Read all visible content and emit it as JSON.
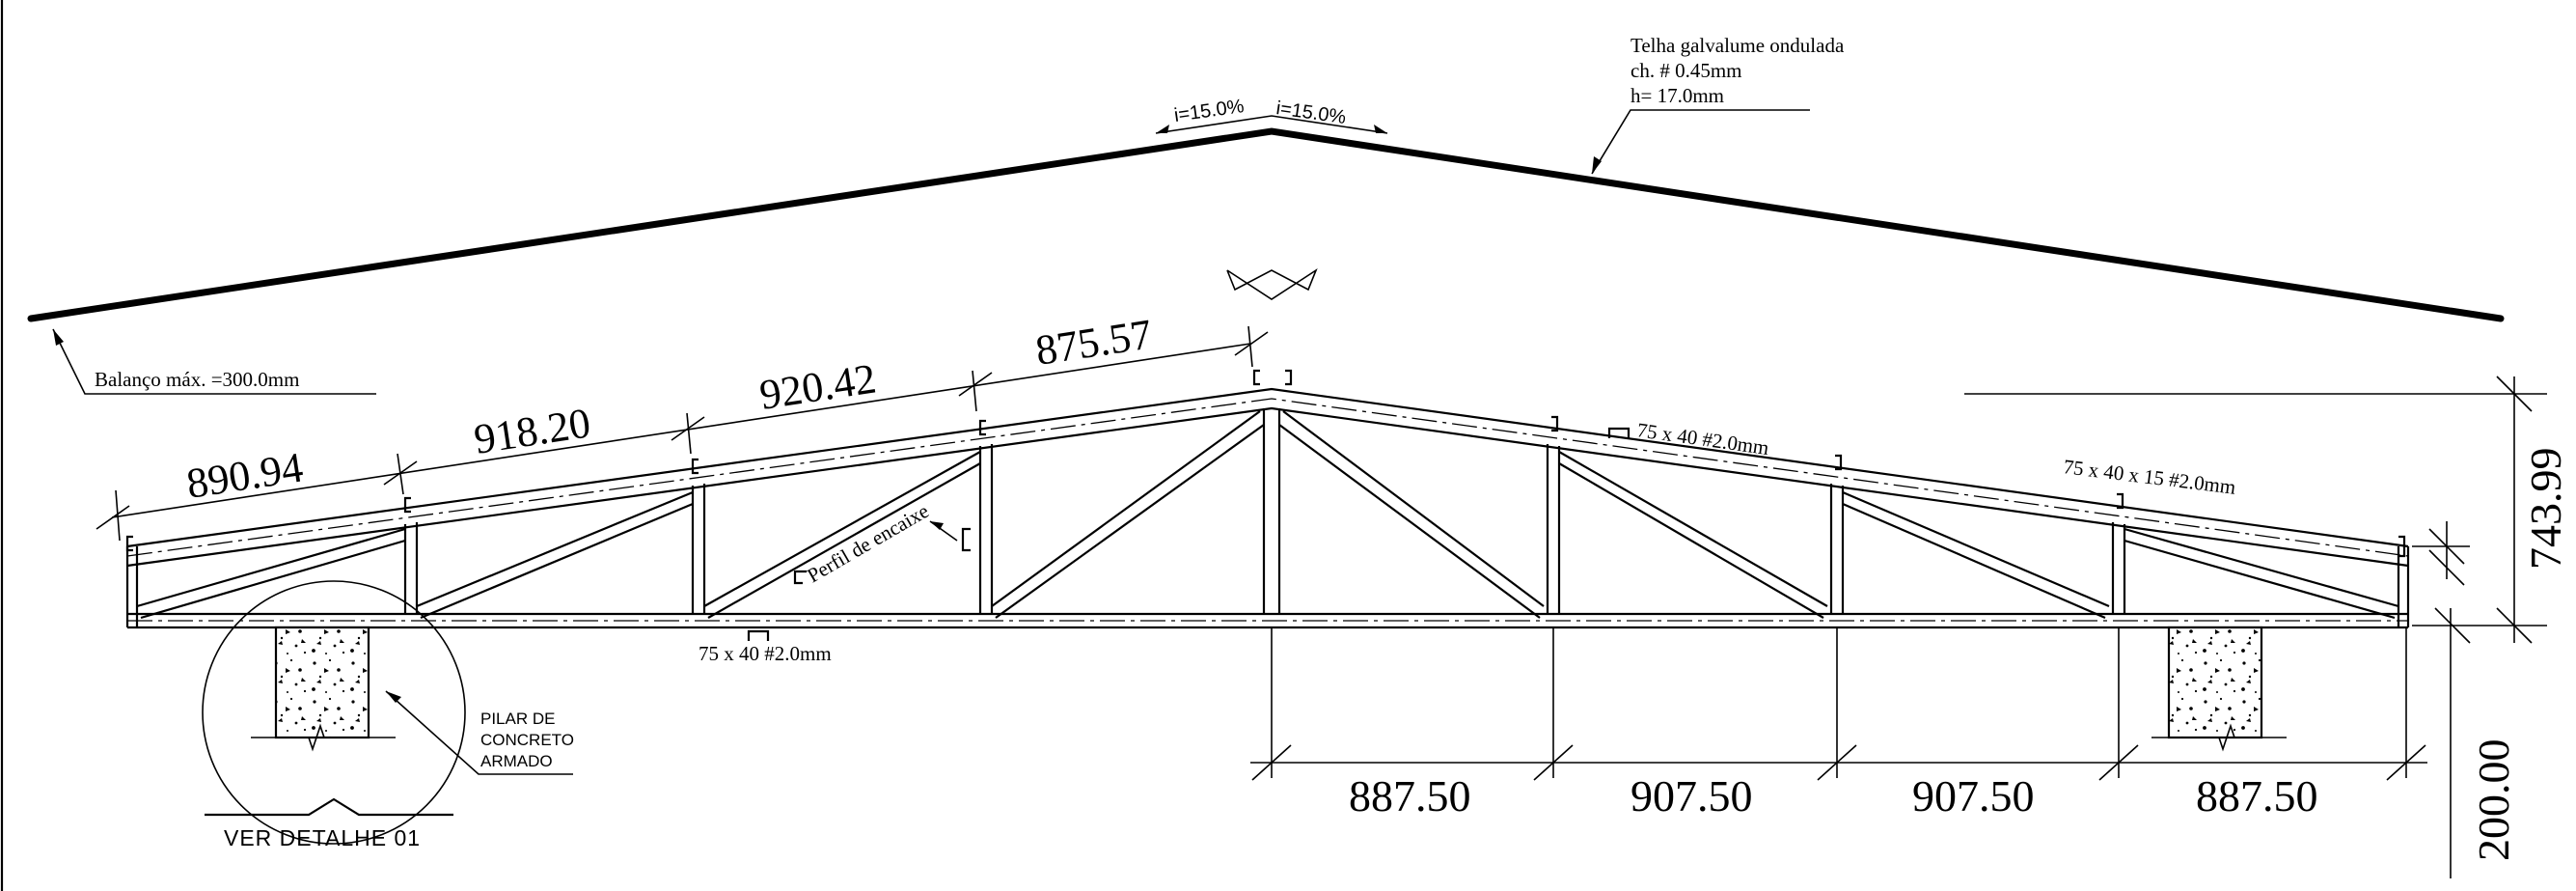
{
  "roof_note": {
    "line1": "Telha galvalume ondulada",
    "line2": "ch. # 0.45mm",
    "line3": "h= 17.0mm"
  },
  "slopes": {
    "left": "i=15.0%",
    "right": "i=15.0%"
  },
  "overhang_note": "Balanço máx. =300.0mm",
  "chord_dims": [
    "890.94",
    "918.20",
    "920.42",
    "875.57"
  ],
  "profile_labels": {
    "top_right": "75 x 40 #2.0mm",
    "right_lipped": "75 x 40 x 15 #2.0mm",
    "bottom": "75 x 40 #2.0mm",
    "fitting": "Perfil de encaixe"
  },
  "bottom_dims": [
    "887.50",
    "907.50",
    "907.50",
    "887.50"
  ],
  "vertical_dims": {
    "height": "743.99",
    "support": "200.00"
  },
  "pillar_note": {
    "line1": "PILAR DE",
    "line2": "CONCRETO",
    "line3": "ARMADO"
  },
  "detail_ref": "VER DETALHE 01"
}
